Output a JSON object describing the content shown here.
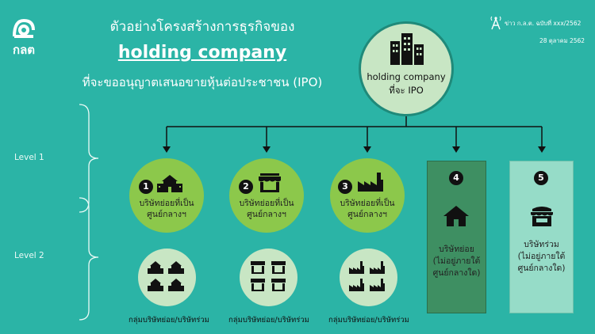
{
  "logo": {
    "text": "กลต"
  },
  "header": {
    "title_line1": "ตัวอย่างโครงสร้างการธุรกิจของ",
    "title_line2": "holding company",
    "title_line3": "ที่จะขออนุญาตเสนอขายหุ้นต่อประชาชน (IPO)"
  },
  "news": {
    "line1": "ข่าว ก.ล.ต. ฉบับที่ xxx/2562",
    "line2": "28 ตุลาคม 2562"
  },
  "levels": {
    "level1": "Level 1",
    "level2": "Level 2"
  },
  "holding": {
    "line1": "holding company",
    "line2": "ที่จะ IPO"
  },
  "subs": [
    {
      "num": "1",
      "line1": "บริษัทย่อยที่เป็น",
      "line2": "ศูนย์กลางฯ",
      "icon": "school-icon"
    },
    {
      "num": "2",
      "line1": "บริษัทย่อยที่เป็น",
      "line2": "ศูนย์กลางฯ",
      "icon": "shop-icon"
    },
    {
      "num": "3",
      "line1": "บริษัทย่อยที่เป็น",
      "line2": "ศูนย์กลางฯ",
      "icon": "factory-icon"
    },
    {
      "num": "4",
      "line1": "บริษัทย่อย",
      "line2": "(ไม่อยู่ภายใต้",
      "line3": "ศูนย์กลางใด)",
      "icon": "house-icon"
    },
    {
      "num": "5",
      "line1": "บริษัทร่วม",
      "line2": "(ไม่อยู่ภายใต้",
      "line3": "ศูนย์กลางใด)",
      "icon": "stall-icon"
    }
  ],
  "groups": [
    {
      "label": "กลุ่มบริษัทย่อย/บริษัทร่วม"
    },
    {
      "label": "กลุ่มบริษัทย่อย/บริษัทร่วม"
    },
    {
      "label": "กลุ่มบริษัทย่อย/บริษัทร่วม"
    }
  ],
  "colors": {
    "background": "#2bb4a6",
    "circle_green": "#8cc84b",
    "circle_light": "#c8e6c4",
    "box_dark": "#3e8f62",
    "box_light": "#96dcc8"
  }
}
